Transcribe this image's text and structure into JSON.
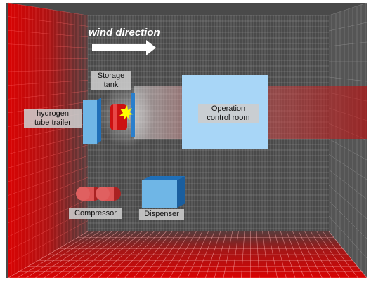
{
  "labels": {
    "wind_direction": "wind direction",
    "storage_tank": "Storage\ntank",
    "hydrogen_tube_trailer": "hydrogen\ntube trailer",
    "operation_control_room": "Operation\ncontrol room",
    "compressor": "Compressor",
    "dispenser": "Dispenser"
  },
  "colors": {
    "frame": "#4a4a4a",
    "grid_line": "#b8b8b8",
    "red_concentration": "#e00000",
    "equipment_blue": "#6fb6e6",
    "equipment_blue_dark": "#1f6fb8",
    "control_room": "#a8d6f7",
    "tank_red": "#cc1111",
    "compressor_red": "#dd5555",
    "leak_spark": "#ffff00",
    "label_bg": "#cdcdcd"
  }
}
